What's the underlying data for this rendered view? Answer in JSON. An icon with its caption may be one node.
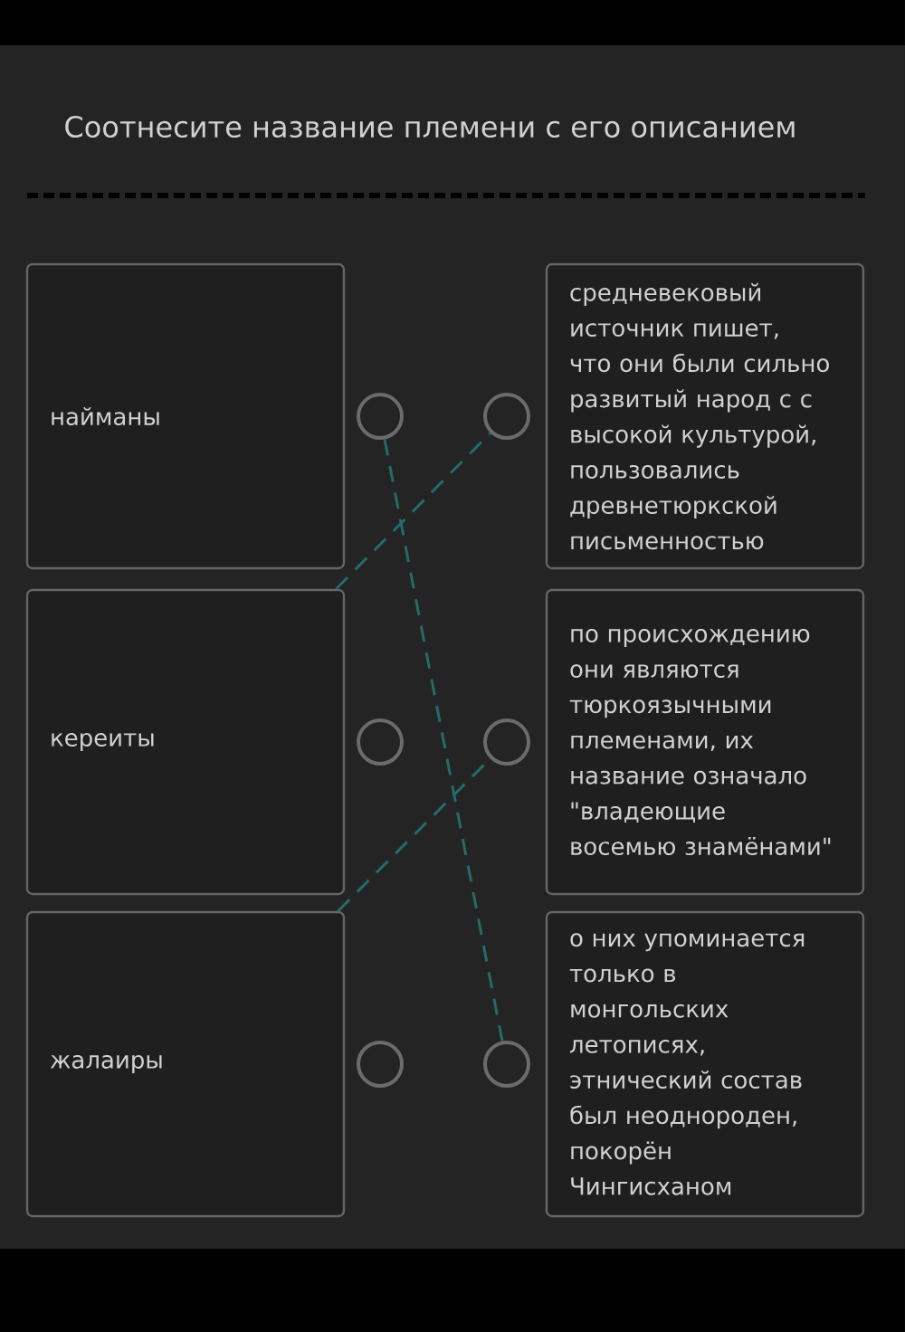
{
  "diagram": {
    "title": "Соотнесите название племени с его описанием",
    "nodes": [
      {
        "text": [
          "найманы"
        ]
      },
      {
        "text": [
          "кереиты"
        ]
      },
      {
        "text": [
          "жалаиры"
        ]
      },
      {
        "text": [
          "средневековый источник пишет, что они были сильно развитый народ с с высокой культурой, пользовались древнетюркской письменностью"
        ]
      },
      {
        "text": [
          "по происхождению они являются тюркоязычными племенами, их название означало \"владеющие восемью знамёнами\""
        ]
      },
      {
        "text": [
          "о них упоминается только в монгольских летописях, этнический состав был неоднороден, покорён Чингисханом"
        ]
      },
      {
        "text": [],
        "shape": "circle"
      },
      {
        "text": [],
        "shape": "circle"
      },
      {
        "text": [],
        "shape": "circle"
      },
      {
        "text": [],
        "shape": "circle"
      },
      {
        "text": [],
        "shape": "circle"
      },
      {
        "text": [],
        "shape": "circle"
      }
    ],
    "edges": [
      {
        "from": 6,
        "to": 11,
        "arrow": "none",
        "style": "dashed"
      },
      {
        "from": 1,
        "to": 9,
        "arrow": "none",
        "style": "dashed"
      },
      {
        "from": 2,
        "to": 10,
        "arrow": "none",
        "style": "dashed"
      }
    ]
  }
}
